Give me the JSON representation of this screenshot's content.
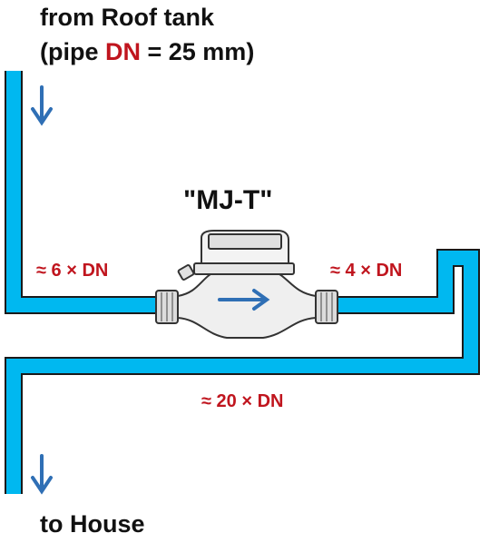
{
  "title": {
    "line1": "from Roof tank",
    "line2_prefix": "(pipe ",
    "line2_highlight": "DN",
    "line2_suffix": " = 25 mm)"
  },
  "meter": {
    "model_label": "\"MJ-T\""
  },
  "distances": {
    "upstream": "≈ 6 × DN",
    "downstream": "≈ 4 × DN",
    "return": "≈ 20 × DN"
  },
  "destination": "to House",
  "colors": {
    "pipe": "#00b8f0",
    "pipe_outline": "#1a1a1a",
    "arrow": "#2f6fb5",
    "highlight": "#c0151e"
  }
}
